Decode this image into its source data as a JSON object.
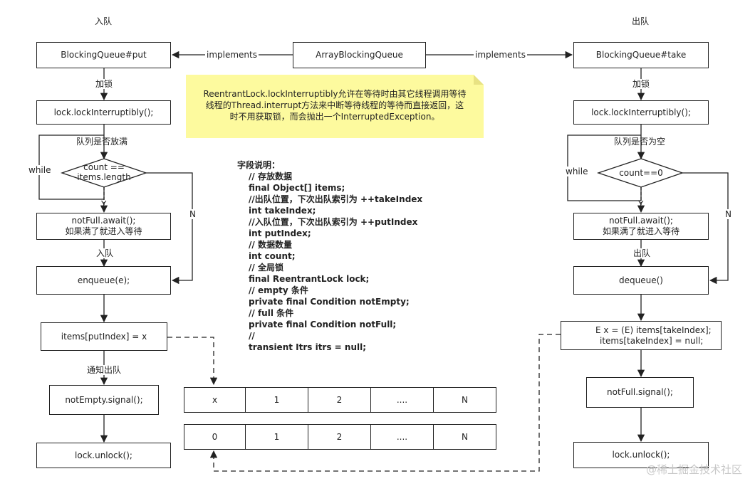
{
  "headers": {
    "enqueue": "入队",
    "dequeue": "出队"
  },
  "top": {
    "put": "BlockingQueue#put",
    "array_queue": "ArrayBlockingQueue",
    "take": "BlockingQueue#take",
    "implements_left": "implements",
    "implements_right": "implements"
  },
  "note": {
    "lines": [
      "ReentrantLock.lockInterruptibly允许在等待时由其它线程调用等待",
      "线程的Thread.interrupt方法来中断等待线程的等待而直接返回，这",
      "时不用获取锁，而会抛出一个InterruptedException。"
    ]
  },
  "put_flow": {
    "lock_label": "加锁",
    "lock": "lock.lockInterruptibly();",
    "check_label": "队列是否放满",
    "loop_label": "while",
    "condition": [
      "count ==",
      "items.length"
    ],
    "yes": "Y",
    "no": "N",
    "await": [
      "notFull.await();",
      "如果满了就进入等待"
    ],
    "enqueue_label": "入队",
    "enqueue": "enqueue(e);",
    "assign": "items[putIndex] = x",
    "notify_label": "通知出队",
    "signal": "notEmpty.signal();",
    "unlock": "lock.unlock();"
  },
  "take_flow": {
    "lock_label": "加锁",
    "lock": "lock.lockInterruptibly();",
    "check_label": "队列是否为空",
    "loop_label": "while",
    "condition": "count==0",
    "yes": "Y",
    "no": "N",
    "await": [
      "notFull.await();",
      "如果满了就进入等待"
    ],
    "dequeue_label": "出队",
    "dequeue": "dequeue()",
    "extract": [
      "E x = (E) items[takeIndex];",
      "items[takeIndex] = null;"
    ],
    "signal": "notFull.signal();",
    "unlock": "lock.unlock();"
  },
  "fields": {
    "title": "字段说明：",
    "lines": [
      "// 存放数据",
      "final Object[] items;",
      "//出队位置，下次出队索引为 ++takeIndex",
      "int takeIndex;",
      "//入队位置，下次出队索引为 ++putIndex",
      "int putIndex;",
      "// 数据数量",
      "int count;",
      "// 全局锁",
      "final ReentrantLock lock;",
      "// empty 条件",
      "private final Condition notEmpty;",
      "// full 条件",
      "private final Condition notFull;",
      "//",
      "transient Itrs itrs = null;"
    ]
  },
  "arrays": {
    "after_put": [
      "x",
      "1",
      "2",
      "....",
      "N"
    ],
    "before_take": [
      "0",
      "1",
      "2",
      "....",
      "N"
    ]
  },
  "watermark": "@稀土掘金技术社区"
}
